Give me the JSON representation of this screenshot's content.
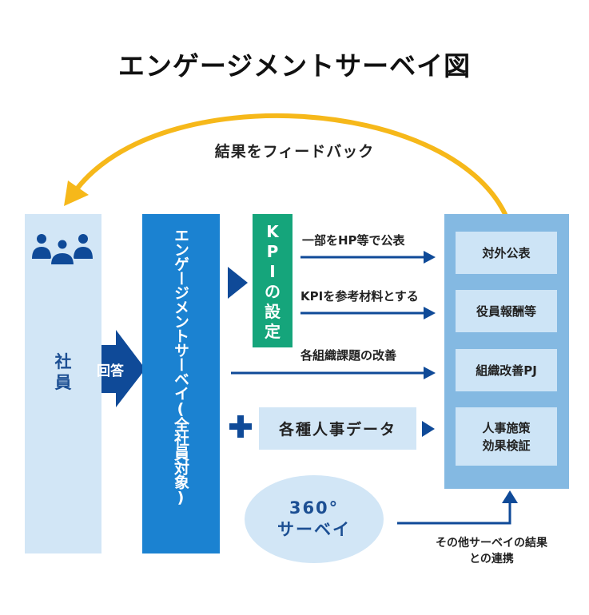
{
  "title": "エンゲージメントサーベイ図",
  "feedback": {
    "label": "結果をフィードバック",
    "color": "#f6b81a"
  },
  "employee": {
    "label_lines": [
      "社",
      "員"
    ],
    "icon": "people-group-icon"
  },
  "answer_arrow": {
    "label": "回答"
  },
  "survey": {
    "label": "エンゲージメントサーベイ(全社員対象)"
  },
  "kpi": {
    "label_lines": [
      "K",
      "P",
      "I",
      "の",
      "設",
      "定"
    ]
  },
  "flows": [
    {
      "label": "一部をHP等で公表"
    },
    {
      "label": "KPIを参考材料とする"
    },
    {
      "label": "各組織課題の改善"
    }
  ],
  "outcomes": [
    {
      "lines": [
        "対外公表"
      ]
    },
    {
      "lines": [
        "役員報酬等"
      ]
    },
    {
      "lines": [
        "組織改善PJ"
      ]
    },
    {
      "lines": [
        "人事施策",
        "効果検証"
      ]
    }
  ],
  "hr_data": {
    "label": "各種人事データ",
    "plus_icon": "plus-icon"
  },
  "survey360": {
    "line1": "360°",
    "line2": "サーベイ"
  },
  "other_link": {
    "lines": [
      "その他サーベイの結果",
      "との連携"
    ]
  },
  "colors": {
    "dark_blue": "#0f4a98",
    "survey_blue": "#1b82d1",
    "light_blue": "#d2e6f6",
    "mid_blue": "#84b9e2",
    "kpi_green": "#15a57b",
    "feedback_yellow": "#f6b81a"
  }
}
